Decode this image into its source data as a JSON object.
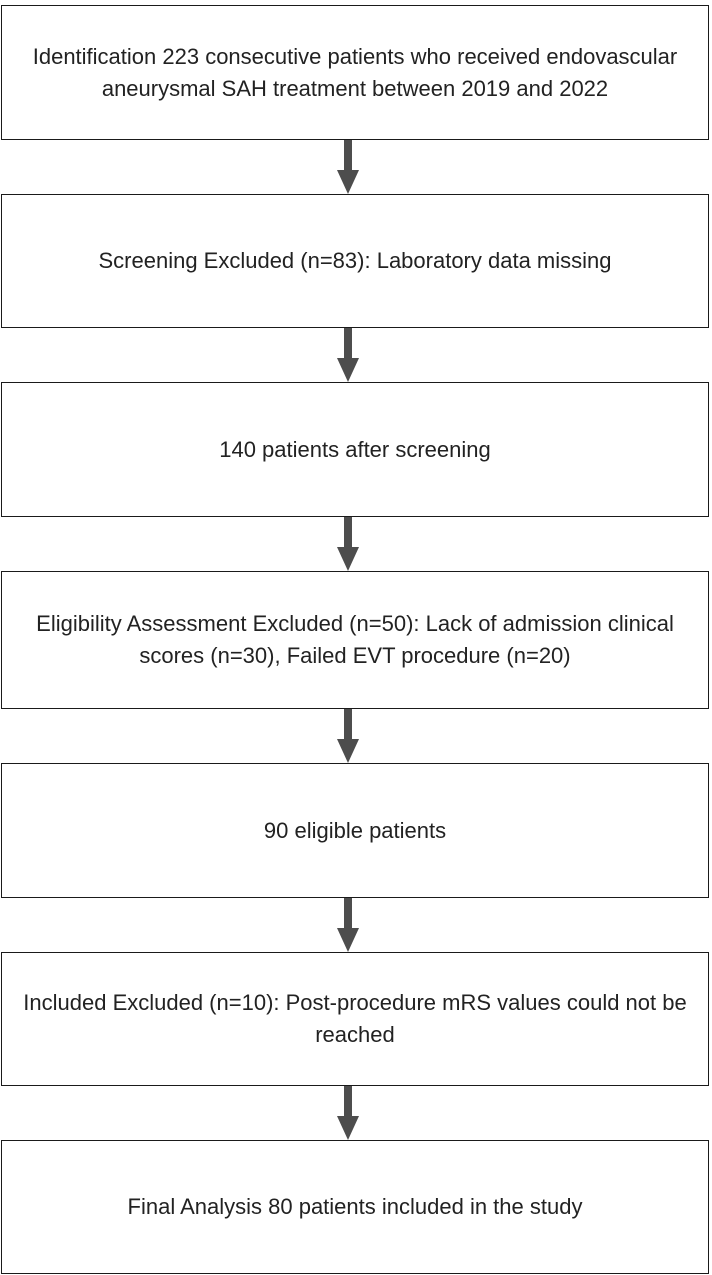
{
  "flowchart": {
    "steps": [
      {
        "text": "Identification 223 consecutive patients who received endovascular aneurysmal SAH treatment between 2019 and 2022"
      },
      {
        "text": "Screening Excluded (n=83): Laboratory data missing"
      },
      {
        "text": "140 patients after screening"
      },
      {
        "text": "Eligibility Assessment Excluded (n=50): Lack of admission clinical scores (n=30), Failed EVT procedure (n=20)"
      },
      {
        "text": "90 eligible patients"
      },
      {
        "text": "Included Excluded (n=10): Post-procedure mRS values could not be reached"
      },
      {
        "text": "Final Analysis 80 patients included in the study"
      }
    ],
    "colors": {
      "border": "#1a1a1a",
      "arrow": "#4d4d4d",
      "text": "#222222",
      "background": "#ffffff"
    }
  }
}
